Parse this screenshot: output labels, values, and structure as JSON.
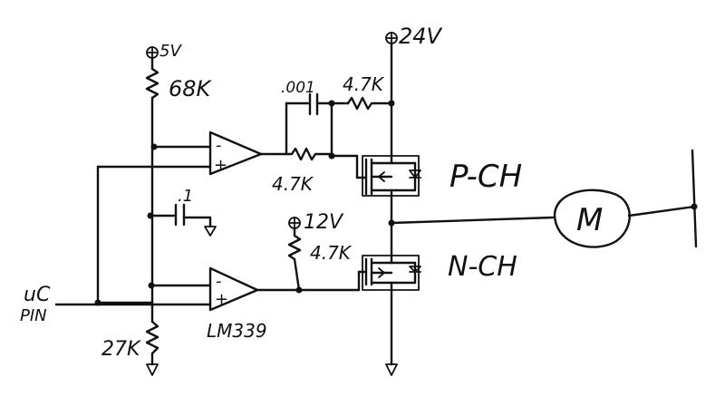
{
  "labels": {
    "v5": "5V",
    "v24": "24V",
    "v12": "12V",
    "r68k": "68K",
    "r27k": "27K",
    "cap001": ".001",
    "r47k_top": "4.7K",
    "r47k_mid": "4.7K",
    "r47k_n": "4.7K",
    "cap1": ".1",
    "pch": "P-CH",
    "nch": "N-CH",
    "motor": "M",
    "uc_pin_line1": "uC",
    "uc_pin_line2": "PIN",
    "comparator": "LM339",
    "plus_sign": "+",
    "minus_sign": "-"
  }
}
